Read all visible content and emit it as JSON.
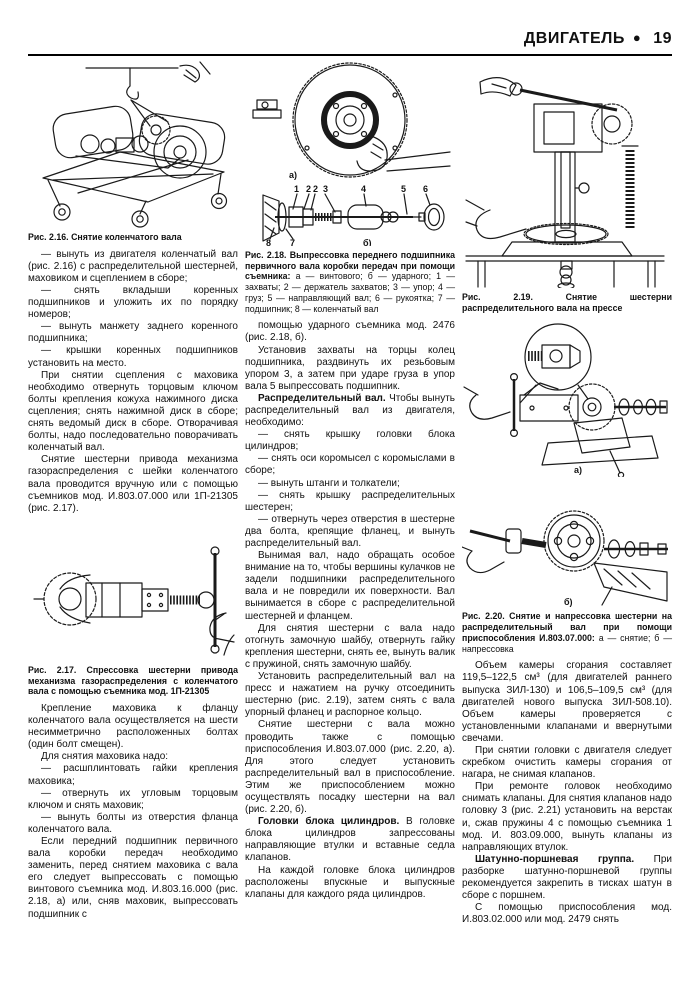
{
  "header": {
    "section_title": "ДВИГАТЕЛЬ",
    "separator": "●",
    "page_number": "19"
  },
  "figures": {
    "fig_2_16": {
      "caption": "Рис. 2.16. Снятие коленчатого вала"
    },
    "fig_2_17": {
      "caption": "Рис. 2.17. Спрессовка шестерни привода механизма газораспределения с коленчатого вала с помощью съемника мод. 1П-21305"
    },
    "fig_2_18": {
      "caption_bold": "Рис. 2.18. Выпрессовка переднего подшипника первичного вала коробки передач при помощи съемника:",
      "caption_legend": "а — винтового; б — ударного; 1 — захваты; 2 — держатель захватов; 3 — упор; 4 — груз; 5 — направляющий вал; 6 — рукоятка; 7 — подшипник; 8 — коленчатый вал",
      "sublabel_a": "а)",
      "sublabel_b": "б)",
      "part_labels": {
        "p1": "1",
        "p2a": "2",
        "p2b": "2",
        "p3": "3",
        "p4": "4",
        "p5": "5",
        "p6": "6",
        "p7": "7",
        "p8": "8"
      }
    },
    "fig_2_19": {
      "caption": "Рис. 2.19. Снятие шестерни распределительного вала на прессе"
    },
    "fig_2_20": {
      "caption_bold": "Рис. 2.20. Снятие и напрессовка шестерни на распределительный вал при помощи приспособления И.803.07.000:",
      "caption_legend": "а — снятие; б — напрессовка",
      "sublabel_a": "а)",
      "sublabel_b": "б)"
    }
  },
  "col1": {
    "paras_top": [
      "— вынуть из двигателя коленчатый вал (рис. 2.16) с распределительной шестерней, маховиком и сцеплением в сборе;",
      "— снять вкладыши коренных подшипников и уложить их по порядку номеров;",
      "— вынуть манжету заднего коренного подшипника;",
      "— крышки коренных подшипников установить на место.",
      "При снятии сцепления с маховика необходимо отвернуть торцовым ключом болты крепления кожуха нажимного диска сцепления; снять нажимной диск в сборе; снять ведомый диск в сборе. Отворачивая болты, надо последовательно поворачивать коленчатый вал.",
      "Снятие шестерни привода механизма газораспределения с шейки коленчатого вала проводится вручную или с помощью съемников мод. И.803.07.000 или 1П-21305 (рис. 2.17)."
    ],
    "paras_bottom": [
      "Крепление маховика к фланцу коленчатого вала осуществляется на шести несимметрично расположенных болтах (один болт смещен).",
      "Для снятия маховика надо:",
      "— расшплинтовать гайки крепления маховика;",
      "— отвернуть их угловым торцовым ключом и снять маховик;",
      "— вынуть болты из отверстия фланца коленчатого вала.",
      "Если передний подшипник первичного вала коробки передач необходимо заменить, перед снятием маховика с вала его следует выпрессовать с помощью винтового съемника мод. И.803.16.000 (рис. 2.18, а) или, сняв маховик, выпрессовать подшипник с"
    ]
  },
  "col2": {
    "paras_a": [
      "помощью ударного съемника мод. 2476 (рис. 2.18, б).",
      "Установив захваты на торцы колец подшипника, раздвинуть их резьбовым упором 3, а затем при ударе груза в упор вала 5 выпрессовать подшипник."
    ],
    "lead_camshaft": {
      "lead": "Распределительный вал.",
      "rest": " Чтобы вынуть распределительный вал из двигателя, необходимо:"
    },
    "paras_b": [
      "— снять крышку головки блока цилиндров;",
      "— снять оси коромысел с коромыслами в сборе;",
      "— вынуть штанги и толкатели;",
      "— снять крышку распределительных шестерен;",
      "— отвернуть через отверстия в шестерне два болта, крепящие фланец, и вынуть распределительный вал.",
      "Вынимая вал, надо обращать особое внимание на то, чтобы вершины кулачков не задели подшипники распределительного вала и не повредили их поверхности. Вал вынимается в сборе с распределительной шестерней и фланцем.",
      "Для снятия шестерни с вала надо отогнуть замочную шайбу, отвернуть гайку крепления шестерни, снять ее, вынуть валик с пружиной, снять замочную шайбу.",
      "Установить распределительный вал на пресс и нажатием на ручку отсоединить шестерню (рис. 2.19), затем снять с вала упорный фланец и распорное кольцо.",
      "Снятие шестерни с вала можно проводить также с помощью приспособления И.803.07.000 (рис. 2.20, а). Для этого следует установить распределительный вал в приспособление. Этим же приспособлением можно осуществлять посадку шестерни на вал (рис. 2.20, б)."
    ],
    "lead_heads": {
      "lead": "Головки блока цилиндров.",
      "rest": " В головке блока цилиндров запрессованы направляющие втулки и вставные седла клапанов."
    },
    "paras_c": [
      "На каждой головке блока цилиндров расположены впускные и выпускные клапаны для каждого ряда цилиндров."
    ]
  },
  "col3": {
    "paras_a": [
      "Объем камеры сгорания составляет 119,5–122,5 см³ (для двигателей раннего выпуска ЗИЛ-130) и 106,5–109,5 см³ (для двигателей нового выпуска ЗИЛ-508.10). Объем камеры проверяется с установленными клапанами и ввернутыми свечами.",
      "При снятии головки с двигателя следует скребком очистить камеры сгорания от нагара, не снимая клапанов.",
      "При ремонте головок необходимо снимать клапаны. Для снятия клапанов надо головку 3 (рис. 2.21) установить на верстак и, сжав пружины 4 с помощью съемника 1 мод. И. 803.09.000, вынуть клапаны из направляющих втулок."
    ],
    "lead_rods": {
      "lead": "Шатунно-поршневая группа.",
      "rest": " При разборке шатунно-поршневой группы рекомендуется закрепить в тисках шатун в сборе с поршнем."
    },
    "paras_b": [
      "С помощью приспособления мод. И.803.02.000 или мод. 2479 снять"
    ]
  }
}
